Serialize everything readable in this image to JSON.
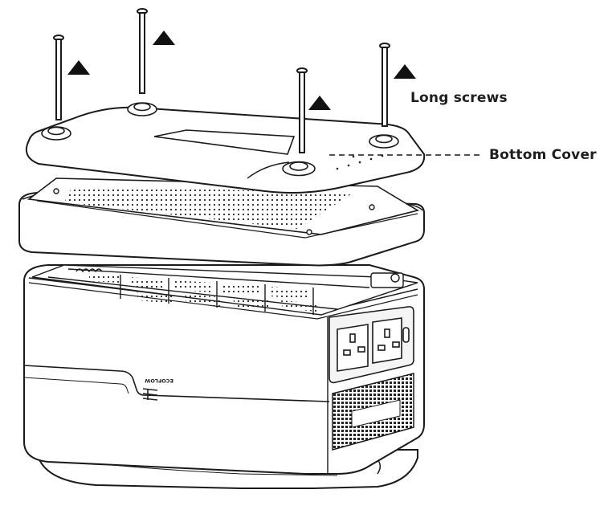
{
  "diagram": {
    "labels": {
      "long_screws": "Long screws",
      "bottom_cover": "Bottom Cover"
    },
    "brand_text": "ECOFLOW",
    "colors": {
      "line": "#1a1a1a",
      "background": "#ffffff",
      "panel_fill": "#f4f4f4"
    },
    "icons": [
      "up-arrow-icon",
      "screw-icon",
      "ac-outlet-icon"
    ]
  }
}
